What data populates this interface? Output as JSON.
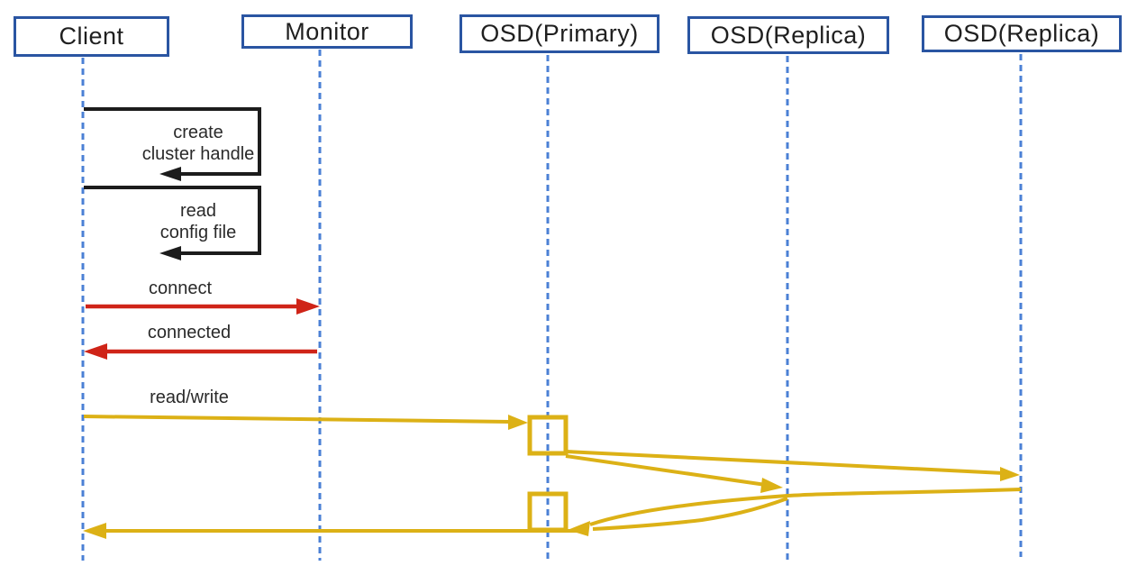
{
  "diagram": {
    "type": "sequence-diagram",
    "topic": "Client read/write flow between Client, Monitor and Ceph OSDs",
    "colors": {
      "background": "#ffffff",
      "actor_border": "#2a55a2",
      "lifeline": "#4b80d5",
      "self_message": "#1c1c1c",
      "monitor_message": "#cf2418",
      "osd_message": "#dcb116",
      "label_text": "#2a2a2a"
    },
    "actors": [
      {
        "label": "Client"
      },
      {
        "label": "Monitor"
      },
      {
        "label": "OSD(Primary)"
      },
      {
        "label": "OSD(Replica)"
      },
      {
        "label": "OSD(Replica)"
      }
    ],
    "messages": [
      {
        "name": "create-cluster-handle",
        "kind": "self-loop",
        "from": "Client",
        "to": "Client",
        "lines": [
          "create",
          "cluster handle"
        ]
      },
      {
        "name": "read-config-file",
        "kind": "self-loop",
        "from": "Client",
        "to": "Client",
        "lines": [
          "read",
          "config file"
        ]
      },
      {
        "name": "connect",
        "kind": "arrow",
        "from": "Client",
        "to": "Monitor",
        "label": "connect"
      },
      {
        "name": "connected",
        "kind": "arrow",
        "from": "Monitor",
        "to": "Client",
        "label": "connected"
      },
      {
        "name": "read-write",
        "kind": "arrow",
        "from": "Client",
        "to": "OSD(Primary)",
        "label": "read/write"
      },
      {
        "name": "replicate-to-replica-2",
        "kind": "arrow",
        "from": "OSD(Primary)",
        "to": "OSD(Replica) #2",
        "label": ""
      },
      {
        "name": "replicate-to-replica-1",
        "kind": "arrow",
        "from": "OSD(Primary)",
        "to": "OSD(Replica) #1",
        "label": ""
      },
      {
        "name": "ack-from-replica-2",
        "kind": "curve",
        "from": "OSD(Replica) #2",
        "to": "OSD(Primary)",
        "label": ""
      },
      {
        "name": "ack-from-replica-1",
        "kind": "curve",
        "from": "OSD(Replica) #1",
        "to": "OSD(Primary)",
        "label": ""
      },
      {
        "name": "ack-to-client",
        "kind": "arrow",
        "from": "OSD(Primary)",
        "to": "Client",
        "label": ""
      }
    ],
    "activations": [
      {
        "name": "primary-activation-1",
        "on": "OSD(Primary)"
      },
      {
        "name": "primary-activation-2",
        "on": "OSD(Primary)"
      }
    ]
  }
}
